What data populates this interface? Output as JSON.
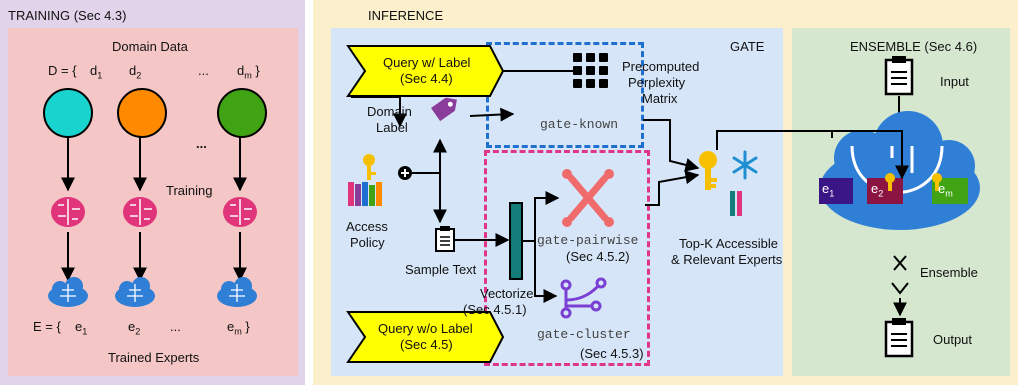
{
  "training": {
    "title": "TRAINING (Sec 4.3)",
    "domain_data": "Domain Data",
    "d_prefix": "D = {",
    "d1": "d1",
    "d2": "d2",
    "dm": "dm",
    "brace_close": "}",
    "ellipsis": "...",
    "training_label": "Training",
    "e_prefix": "E = {",
    "e1": "e1",
    "e2": "e2",
    "em": "em",
    "trained_experts": "Trained Experts",
    "colors": {
      "d1": "#19d3cf",
      "d2": "#ff8a00",
      "dm": "#3fa313"
    }
  },
  "inference": {
    "title": "INFERENCE",
    "query_label": "Query w/ Label",
    "query_label_sec": "(Sec 4.4)",
    "query_nolabel": "Query w/o Label",
    "query_nolabel_sec": "(Sec 4.5)",
    "domain_label": "Domain",
    "domain_label2": "Label",
    "access_policy": "Access",
    "access_policy2": "Policy",
    "sample_text": "Sample Text",
    "vectorize": "Vectorize",
    "vectorize_sec": "(Sec 4.5.1)"
  },
  "gate": {
    "title": "GATE",
    "precomputed": "Precomputed",
    "perplexity": "Perplexity",
    "matrix": "Matrix",
    "gate_known": "gate-known",
    "gate_pairwise": "gate-pairwise",
    "gate_pairwise_sec": "(Sec 4.5.2)",
    "gate_cluster": "gate-cluster",
    "gate_cluster_sec": "(Sec 4.5.3)",
    "topk1": "Top-K Accessible",
    "topk2": "& Relevant Experts"
  },
  "ensemble": {
    "title": "ENSEMBLE (Sec 4.6)",
    "input": "Input",
    "ensemble_label": "Ensemble",
    "output": "Output",
    "e1": "e1",
    "e2": "e2",
    "em": "em"
  }
}
